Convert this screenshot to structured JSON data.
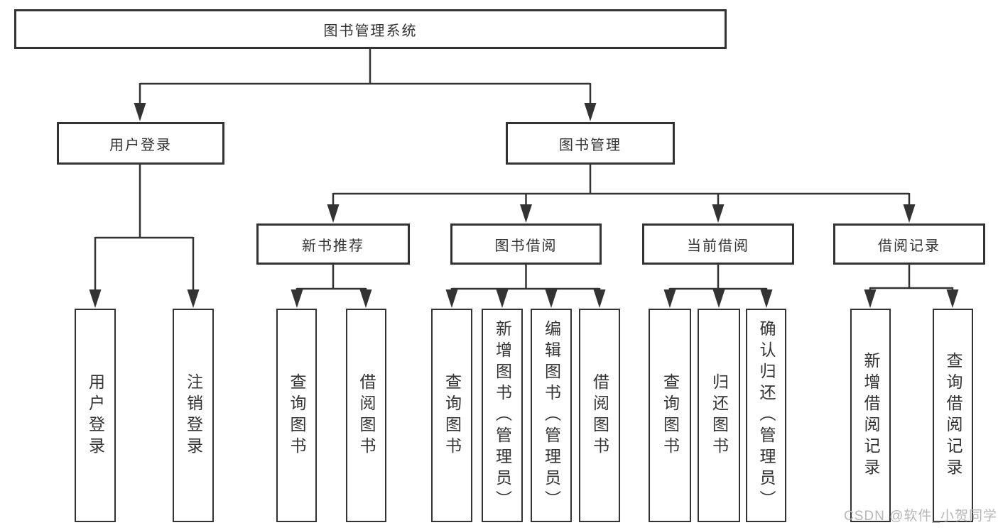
{
  "diagram": {
    "root": {
      "label": "图书管理系统"
    },
    "branches": [
      {
        "label": "用户登录",
        "children": [
          {
            "label": "用户登录"
          },
          {
            "label": "注销登录"
          }
        ]
      },
      {
        "label": "图书管理",
        "children": [
          {
            "label": "新书推荐",
            "children": [
              {
                "label": "查询图书"
              },
              {
                "label": "借阅图书"
              }
            ]
          },
          {
            "label": "图书借阅",
            "children": [
              {
                "label": "查询图书"
              },
              {
                "label": "新增图书（管理员）"
              },
              {
                "label": "编辑图书（管理员）"
              },
              {
                "label": "借阅图书"
              }
            ]
          },
          {
            "label": "当前借阅",
            "children": [
              {
                "label": "查询图书"
              },
              {
                "label": "归还图书"
              },
              {
                "label": "确认归还（管理员）"
              }
            ]
          },
          {
            "label": "借阅记录",
            "children": [
              {
                "label": "新增借阅记录"
              },
              {
                "label": "查询借阅记录"
              }
            ]
          }
        ]
      }
    ]
  },
  "watermark": {
    "text": "CSDN @软件_小贺同学"
  },
  "colors": {
    "line": "#333333",
    "text": "#333333",
    "watermark": "#b6b6b6",
    "background": "#ffffff"
  }
}
